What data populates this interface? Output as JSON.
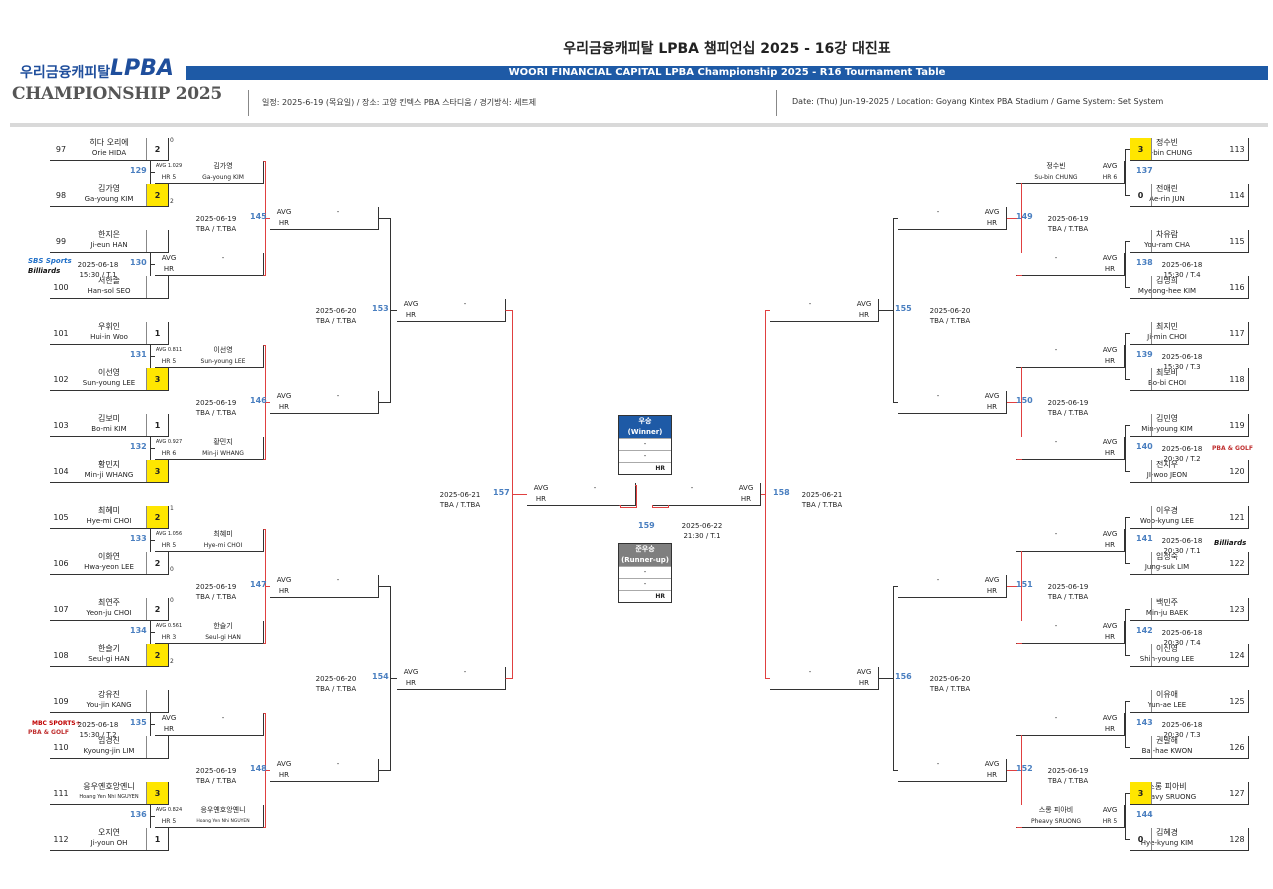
{
  "header": {
    "logo_text": "우리금융캐피탈",
    "logo_brand": "LPBA",
    "logo_sub": "CHAMPIONSHIP 2025",
    "title_kr": "우리금융캐피탈 LPBA 챔피언십 2025 - 16강 대진표",
    "title_en": "WOORI FINANCIAL CAPITAL LPBA Championship 2025 - R16 Tournament Table",
    "info_kr": "일정: 2025-6-19 (목요일) / 장소: 고양 킨텍스 PBA 스타디움 / 경기방식: 세트제",
    "info_en": "Date: (Thu) Jun-19-2025 / Location: Goyang Kintex PBA Stadium / Game System: Set System"
  },
  "colors": {
    "accent_blue": "#1e5aa6",
    "match_number": "#4a7fc0",
    "winner_yellow": "#ffe600",
    "bracket_red": "#e04040",
    "runner_up_gray": "#7f7f7f"
  },
  "players": [
    {
      "seed": "97",
      "kr": "히다 오리에",
      "en": "Orie HIDA",
      "score": "2",
      "sets": "0",
      "win": false
    },
    {
      "seed": "98",
      "kr": "김가영",
      "en": "Ga-young KIM",
      "score": "2",
      "sets": "2",
      "win": true
    },
    {
      "seed": "99",
      "kr": "한지은",
      "en": "Ji-eun HAN",
      "score": "",
      "sets": "",
      "win": false
    },
    {
      "seed": "100",
      "kr": "서한솔",
      "en": "Han-sol SEO",
      "score": "",
      "sets": "",
      "win": false
    },
    {
      "seed": "101",
      "kr": "우휘인",
      "en": "Hui-in Woo",
      "score": "1",
      "sets": "",
      "win": false
    },
    {
      "seed": "102",
      "kr": "이선영",
      "en": "Sun-young LEE",
      "score": "3",
      "sets": "",
      "win": true
    },
    {
      "seed": "103",
      "kr": "김보미",
      "en": "Bo-mi KIM",
      "score": "1",
      "sets": "",
      "win": false
    },
    {
      "seed": "104",
      "kr": "황민지",
      "en": "Min-ji WHANG",
      "score": "3",
      "sets": "",
      "win": true
    },
    {
      "seed": "105",
      "kr": "최혜미",
      "en": "Hye-mi CHOI",
      "score": "2",
      "sets": "1",
      "win": true
    },
    {
      "seed": "106",
      "kr": "이화연",
      "en": "Hwa-yeon LEE",
      "score": "2",
      "sets": "0",
      "win": false
    },
    {
      "seed": "107",
      "kr": "최연주",
      "en": "Yeon-ju CHOI",
      "score": "2",
      "sets": "0",
      "win": false
    },
    {
      "seed": "108",
      "kr": "한슬기",
      "en": "Seul-gi HAN",
      "score": "2",
      "sets": "2",
      "win": true
    },
    {
      "seed": "109",
      "kr": "강유진",
      "en": "You-jin KANG",
      "score": "",
      "sets": "",
      "win": false
    },
    {
      "seed": "110",
      "kr": "임경진",
      "en": "Kyoung-jin LIM",
      "score": "",
      "sets": "",
      "win": false
    },
    {
      "seed": "111",
      "kr": "응우옌호앙옌니",
      "en": "Hoang Yen Nhi NGUYEN",
      "score": "3",
      "sets": "",
      "win": true
    },
    {
      "seed": "112",
      "kr": "오지연",
      "en": "Ji-youn OH",
      "score": "1",
      "sets": "",
      "win": false
    },
    {
      "seed": "113",
      "kr": "정수빈",
      "en": "Su-bin CHUNG",
      "score": "3",
      "sets": "",
      "win": true
    },
    {
      "seed": "114",
      "kr": "전애린",
      "en": "Ae-rin JUN",
      "score": "0",
      "sets": "",
      "win": false
    },
    {
      "seed": "115",
      "kr": "차유람",
      "en": "You-ram CHA",
      "score": "",
      "sets": "",
      "win": false
    },
    {
      "seed": "116",
      "kr": "김명희",
      "en": "Myeong-hee KIM",
      "score": "",
      "sets": "",
      "win": false
    },
    {
      "seed": "117",
      "kr": "최지민",
      "en": "Ji-min CHOI",
      "score": "",
      "sets": "",
      "win": false
    },
    {
      "seed": "118",
      "kr": "최보비",
      "en": "Bo-bi CHOI",
      "score": "",
      "sets": "",
      "win": false
    },
    {
      "seed": "119",
      "kr": "김민영",
      "en": "Min-young KIM",
      "score": "",
      "sets": "",
      "win": false
    },
    {
      "seed": "120",
      "kr": "전지우",
      "en": "JI-woo JEON",
      "score": "",
      "sets": "",
      "win": false
    },
    {
      "seed": "121",
      "kr": "이우경",
      "en": "Woo-kyung LEE",
      "score": "",
      "sets": "",
      "win": false
    },
    {
      "seed": "122",
      "kr": "임정숙",
      "en": "Jung-suk LIM",
      "score": "",
      "sets": "",
      "win": false
    },
    {
      "seed": "123",
      "kr": "백민주",
      "en": "Min-ju BAEK",
      "score": "",
      "sets": "",
      "win": false
    },
    {
      "seed": "124",
      "kr": "이신영",
      "en": "Shin-young LEE",
      "score": "",
      "sets": "",
      "win": false
    },
    {
      "seed": "125",
      "kr": "이유애",
      "en": "Yun-ae LEE",
      "score": "",
      "sets": "",
      "win": false
    },
    {
      "seed": "126",
      "kr": "권발해",
      "en": "Bal-hae KWON",
      "score": "",
      "sets": "",
      "win": false
    },
    {
      "seed": "127",
      "kr": "스롱 피아비",
      "en": "Pheavy SRUONG",
      "score": "3",
      "sets": "",
      "win": true
    },
    {
      "seed": "128",
      "kr": "김혜경",
      "en": "Hye-kyung KIM",
      "score": "0",
      "sets": "",
      "win": false
    }
  ],
  "r16": [
    {
      "num": "129",
      "date": "",
      "time": "",
      "avg": "AVG 1.029",
      "hr": "HR 5",
      "kr": "김가영",
      "en": "Ga-young KIM"
    },
    {
      "num": "130",
      "date": "2025-06-18",
      "time": "15:30 / T.1",
      "avg": "AVG",
      "hr": "HR",
      "kr": "-",
      "en": ""
    },
    {
      "num": "131",
      "date": "",
      "time": "",
      "avg": "AVG 0.811",
      "hr": "HR 5",
      "kr": "이선영",
      "en": "Sun-young LEE"
    },
    {
      "num": "132",
      "date": "",
      "time": "",
      "avg": "AVG 0.927",
      "hr": "HR 6",
      "kr": "황민지",
      "en": "Min-ji WHANG"
    },
    {
      "num": "133",
      "date": "",
      "time": "",
      "avg": "AVG 1.056",
      "hr": "HR 5",
      "kr": "최혜미",
      "en": "Hye-mi CHOI"
    },
    {
      "num": "134",
      "date": "",
      "time": "",
      "avg": "AVG 0.561",
      "hr": "HR 3",
      "kr": "한슬기",
      "en": "Seul-gi HAN"
    },
    {
      "num": "135",
      "date": "2025-06-18",
      "time": "15:30 / T.2",
      "avg": "AVG",
      "hr": "HR",
      "kr": "-",
      "en": ""
    },
    {
      "num": "136",
      "date": "",
      "time": "",
      "avg": "AVG 0.824",
      "hr": "HR 5",
      "kr": "응우옌호앙옌니",
      "en": "Hoang Yen Nhi NGUYEN"
    },
    {
      "num": "137",
      "date": "",
      "time": "",
      "avg": "AVG",
      "hr": "HR 6",
      "kr": "정수빈",
      "en": "Su-bin CHUNG"
    },
    {
      "num": "138",
      "date": "2025-06-18",
      "time": "15:30 / T.4",
      "avg": "AVG",
      "hr": "HR",
      "kr": "-",
      "en": ""
    },
    {
      "num": "139",
      "date": "2025-06-18",
      "time": "15:30 / T.3",
      "avg": "AVG",
      "hr": "HR",
      "kr": "-",
      "en": ""
    },
    {
      "num": "140",
      "date": "2025-06-18",
      "time": "20:30 / T.2",
      "avg": "AVG",
      "hr": "HR",
      "kr": "-",
      "en": ""
    },
    {
      "num": "141",
      "date": "2025-06-18",
      "time": "20:30 / T.1",
      "avg": "AVG",
      "hr": "HR",
      "kr": "-",
      "en": ""
    },
    {
      "num": "142",
      "date": "2025-06-18",
      "time": "20:30 / T.4",
      "avg": "AVG",
      "hr": "HR",
      "kr": "-",
      "en": ""
    },
    {
      "num": "143",
      "date": "2025-06-18",
      "time": "20:30 / T.3",
      "avg": "AVG",
      "hr": "HR",
      "kr": "-",
      "en": ""
    },
    {
      "num": "144",
      "date": "",
      "time": "",
      "avg": "AVG",
      "hr": "HR 5",
      "kr": "스롱 피아비",
      "en": "Pheavy SRUONG"
    }
  ],
  "qf": [
    {
      "num": "145",
      "date": "2025-06-19",
      "time": "TBA / T.TBA",
      "avg": "AVG",
      "hr": "HR",
      "kr": "-",
      "en": ""
    },
    {
      "num": "146",
      "date": "2025-06-19",
      "time": "TBA / T.TBA",
      "avg": "AVG",
      "hr": "HR",
      "kr": "-",
      "en": ""
    },
    {
      "num": "147",
      "date": "2025-06-19",
      "time": "TBA / T.TBA",
      "avg": "AVG",
      "hr": "HR",
      "kr": "-",
      "en": ""
    },
    {
      "num": "148",
      "date": "2025-06-19",
      "time": "TBA / T.TBA",
      "avg": "AVG",
      "hr": "HR",
      "kr": "-",
      "en": ""
    },
    {
      "num": "149",
      "date": "2025-06-19",
      "time": "TBA / T.TBA",
      "avg": "AVG",
      "hr": "HR",
      "kr": "-",
      "en": ""
    },
    {
      "num": "150",
      "date": "2025-06-19",
      "time": "TBA / T.TBA",
      "avg": "AVG",
      "hr": "HR",
      "kr": "-",
      "en": ""
    },
    {
      "num": "151",
      "date": "2025-06-19",
      "time": "TBA / T.TBA",
      "avg": "AVG",
      "hr": "HR",
      "kr": "-",
      "en": ""
    },
    {
      "num": "152",
      "date": "2025-06-19",
      "time": "TBA / T.TBA",
      "avg": "AVG",
      "hr": "HR",
      "kr": "-",
      "en": ""
    }
  ],
  "sf": [
    {
      "num": "153",
      "date": "2025-06-20",
      "time": "TBA / T.TBA",
      "avg": "AVG",
      "hr": "HR",
      "kr": "-",
      "en": ""
    },
    {
      "num": "154",
      "date": "2025-06-20",
      "time": "TBA / T.TBA",
      "avg": "AVG",
      "hr": "HR",
      "kr": "-",
      "en": ""
    },
    {
      "num": "155",
      "date": "2025-06-20",
      "time": "TBA / T.TBA",
      "avg": "AVG",
      "hr": "HR",
      "kr": "-",
      "en": ""
    },
    {
      "num": "156",
      "date": "2025-06-20",
      "time": "TBA / T.TBA",
      "avg": "AVG",
      "hr": "HR",
      "kr": "-",
      "en": ""
    }
  ],
  "fin": [
    {
      "num": "157",
      "date": "2025-06-21",
      "time": "TBA / T.TBA",
      "avg": "AVG",
      "hr": "HR",
      "kr": "-",
      "en": ""
    },
    {
      "num": "158",
      "date": "2025-06-21",
      "time": "TBA / T.TBA",
      "avg": "AVG",
      "hr": "HR",
      "kr": "-",
      "en": ""
    }
  ],
  "final": {
    "num": "159",
    "date": "2025-06-22",
    "time": "21:30 / T.1"
  },
  "winner": {
    "title": "우승",
    "sub": "(Winner)",
    "row1": "-",
    "row2": "-",
    "hr": "HR"
  },
  "runner": {
    "title": "준우승",
    "sub": "(Runner-up)",
    "row1": "-",
    "row2": "-",
    "hr": "HR"
  },
  "broadcasters": {
    "sbs": "SBS Sports",
    "billiards": "Billiards",
    "mbc": "MBC SPORTS+",
    "pba_golf": "PBA & GOLF"
  }
}
